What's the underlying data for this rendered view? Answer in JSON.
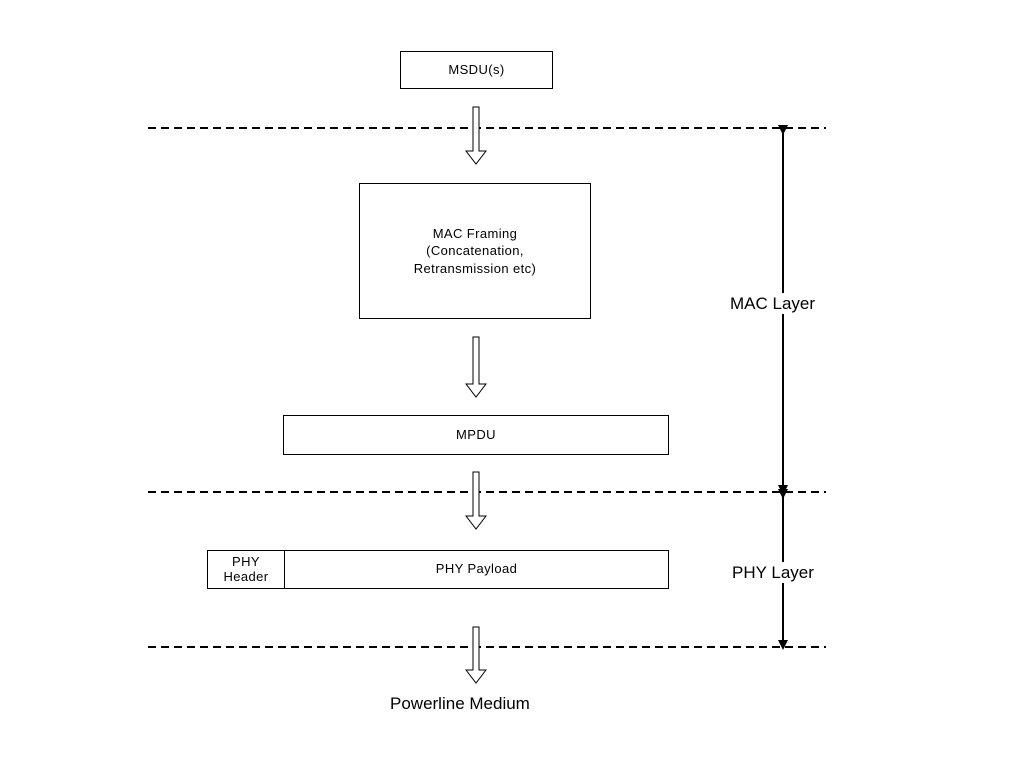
{
  "diagram": {
    "msdu": "MSDU(s)",
    "mac_framing": "MAC Framing\n(Concatenation,\nRetransmission etc)",
    "mpdu": "MPDU",
    "phy_header": "PHY\nHeader",
    "phy_payload": "PHY Payload",
    "medium": "Powerline Medium",
    "mac_layer": "MAC Layer",
    "phy_layer": "PHY Layer"
  }
}
